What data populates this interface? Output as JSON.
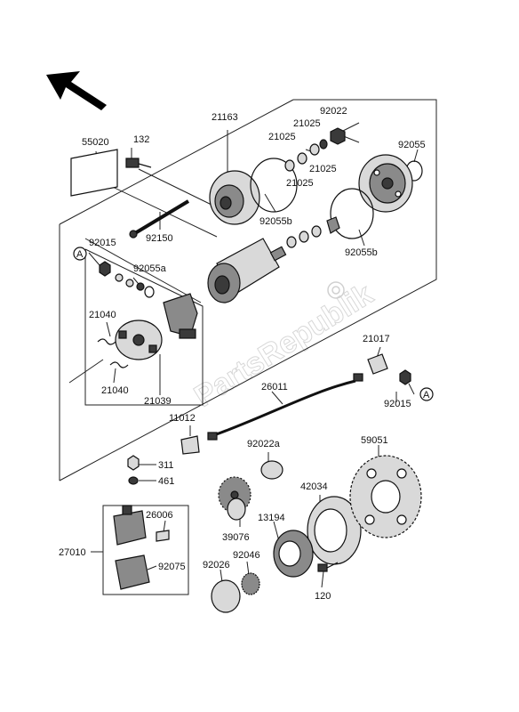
{
  "watermark": "PartsRepublik",
  "callout_letter": "A",
  "labels": {
    "l21163": "21163",
    "l92022": "92022",
    "l21025a": "21025",
    "l21025b": "21025",
    "l21025c": "21025",
    "l21025d": "21025",
    "l92055": "92055",
    "l55020": "55020",
    "l132": "132",
    "l92055b_1": "92055b",
    "l92055b_2": "92055b",
    "l92150": "92150",
    "l92015_1": "92015",
    "l92055a": "92055a",
    "l21040_1": "21040",
    "l21040_2": "21040",
    "l21039": "21039",
    "l21017": "21017",
    "l26011": "26011",
    "l92015_2": "92015",
    "l11012": "11012",
    "l92022a": "92022a",
    "l59051": "59051",
    "l311": "311",
    "l461": "461",
    "l42034": "42034",
    "l26006": "26006",
    "l13194": "13194",
    "l39076": "39076",
    "l27010": "27010",
    "l92075": "92075",
    "l92046": "92046",
    "l92026": "92026",
    "l120": "120"
  }
}
